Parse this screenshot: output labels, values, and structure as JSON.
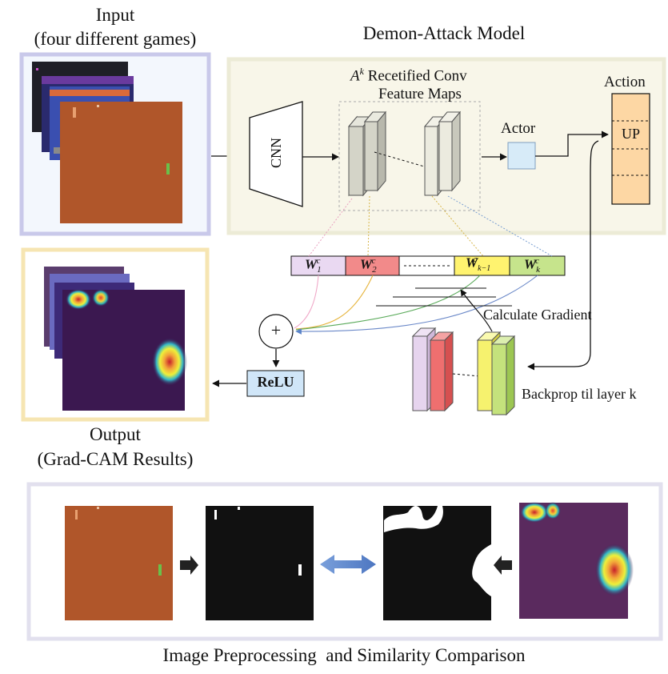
{
  "input": {
    "title": "Input",
    "subtitle": "(four different games)"
  },
  "model": {
    "title": "Demon-Attack Model",
    "feature_maps_sup": "k",
    "feature_maps_line1": "Recetified Conv",
    "feature_maps_line2": "Feature Maps",
    "cnn": "CNN",
    "actor": "Actor",
    "action": "Action",
    "action_selected": "UP"
  },
  "weights": {
    "w1_sub": "1",
    "w2_sub": "2",
    "wk1_sub": "k−1",
    "wk_sub": "k",
    "sup": "c",
    "letter": "W"
  },
  "ops": {
    "plus": "+",
    "relu": "ReLU",
    "calc_gradient": "Calculate Gradient",
    "backprop": "Backprop til layer k"
  },
  "output": {
    "title": "Output",
    "subtitle": "(Grad-CAM Results)"
  },
  "bottom": {
    "caption": "Image Preprocessing  and Similarity Comparison"
  },
  "colors": {
    "input_panel_border": "#c9c9ea",
    "model_panel_fill": "#f8f6e9",
    "output_panel_border": "#f6e5b2",
    "game_brown": "#b0562a",
    "heatmap_bg": "#3b1850",
    "action_fill": "#fdd7a4",
    "actor_fill": "#d7ebf8",
    "relu_fill": "#d0e6f8",
    "w1_fill": "#ead9f2",
    "w2_fill": "#f28a8a",
    "wk1_fill": "#fff36f",
    "wk_fill": "#c6e48c",
    "arrow_blue": "#5b84c9"
  }
}
